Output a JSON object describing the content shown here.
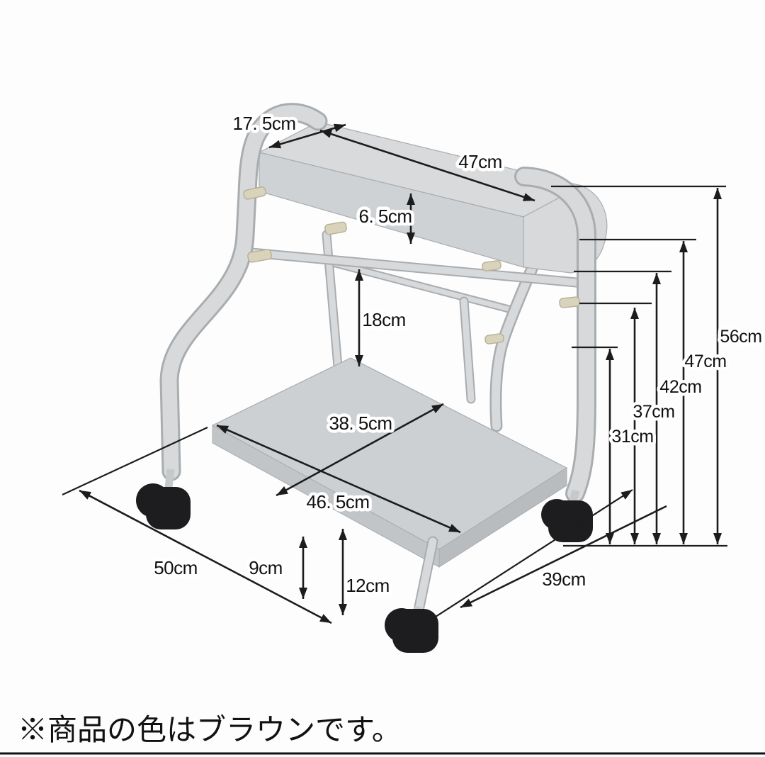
{
  "footnote": "※商品の色はブラウンです。",
  "measurements": {
    "top_shelf_depth": "17. 5cm",
    "top_shelf_width": "47cm",
    "top_shelf_thickness": "6. 5cm",
    "rail_to_bottom_shelf": "18cm",
    "bottom_shelf_depth": "38. 5cm",
    "bottom_shelf_width": "46. 5cm",
    "floor_depth": "50cm",
    "shelf_clearance_inner": "9cm",
    "shelf_clearance_front": "12cm",
    "floor_width": "39cm",
    "height_total": "56cm",
    "height_top_shelf_bottom": "47cm",
    "height_rail": "42cm",
    "height_upper_peg": "37cm",
    "height_lower_peg": "31cm"
  },
  "colors": {
    "line": "#1c1c1c",
    "frame": "#d7d9db",
    "frame_edge": "#a9adb0",
    "panel_top": "#d8dadc",
    "panel_front": "#cfd2d4",
    "shelf_top": "#cdd0d2",
    "shelf_front": "#c2c5c8",
    "shelf_front2": "#b9bcbf",
    "caster": "#1d1d1f",
    "peg": "#d9d3bc",
    "peg_edge": "#b7b093",
    "background": "#fdfdfd"
  }
}
